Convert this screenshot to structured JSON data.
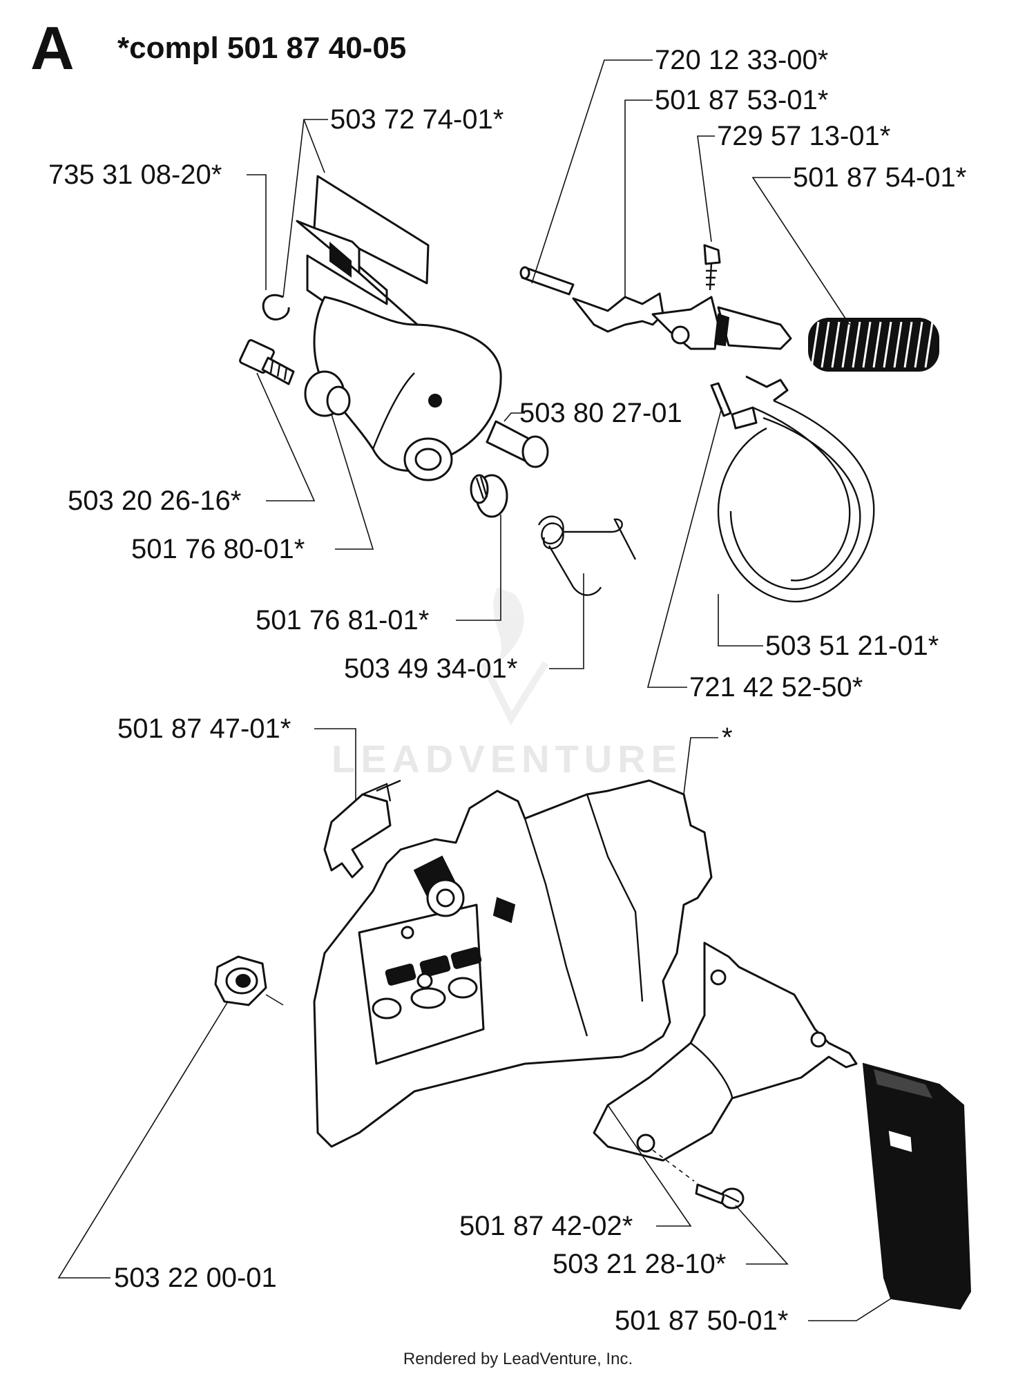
{
  "header": {
    "section_letter": "A",
    "assembly_title": "*compl 501 87 40-05"
  },
  "callouts": {
    "c01": "720 12 33-00*",
    "c02": "501 87 53-01*",
    "c03": "729 57 13-01*",
    "c04": "501 87 54-01*",
    "c05": "503 72 74-01*",
    "c06": "735 31 08-20*",
    "c07": "503 80 27-01",
    "c08": "503 20 26-16*",
    "c09": "501 76 80-01*",
    "c10": "501 76 81-01*",
    "c11": "503 49 34-01*",
    "c12": "503 51 21-01*",
    "c13": "721 42 52-50*",
    "c14": "501 87 47-01*",
    "c15": "*",
    "c16": "501 87 42-02*",
    "c17": "503 21 28-10*",
    "c18": "503 22 00-01",
    "c19": "501 87 50-01*"
  },
  "watermark": "LEADVENTURE",
  "footer": {
    "credit": "Rendered by LeadVenture, Inc."
  }
}
